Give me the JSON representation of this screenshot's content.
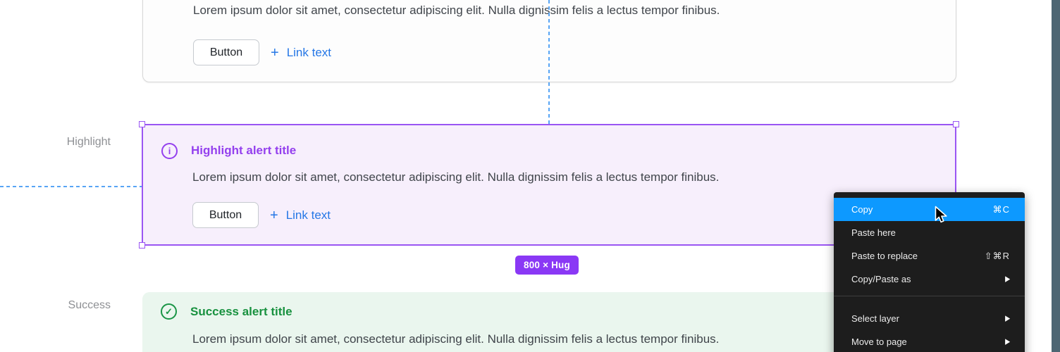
{
  "labels": {
    "highlight": "Highlight",
    "success": "Success"
  },
  "alerts": {
    "info_partial": {
      "body": "Lorem ipsum dolor sit amet, consectetur adipiscing elit. Nulla dignissim felis a lectus tempor finibus.",
      "button": "Button",
      "link_plus": "+",
      "link": "Link text"
    },
    "highlight": {
      "icon": "i",
      "title": "Highlight alert title",
      "body": "Lorem ipsum dolor sit amet, consectetur adipiscing elit. Nulla dignissim felis a lectus tempor finibus.",
      "button": "Button",
      "link_plus": "+",
      "link": "Link text"
    },
    "success": {
      "icon": "✓",
      "title": "Success alert title",
      "body": "Lorem ipsum dolor sit amet, consectetur adipiscing elit. Nulla dignissim felis a lectus tempor finibus."
    }
  },
  "selection": {
    "size_badge": "800 × Hug"
  },
  "context_menu": {
    "items": [
      {
        "label": "Copy",
        "shortcut": "⌘C"
      },
      {
        "label": "Paste here",
        "shortcut": ""
      },
      {
        "label": "Paste to replace",
        "shortcut": "⇧⌘R"
      },
      {
        "label": "Copy/Paste as",
        "arrow": "▶"
      },
      {
        "label": "Select layer",
        "arrow": "▶"
      },
      {
        "label": "Move to page",
        "arrow": "▶"
      }
    ]
  },
  "colors": {
    "selection_purple": "#9a55f3",
    "highlight_purple": "#9440ee",
    "highlight_bg": "#f7effc",
    "success_green": "#18913f",
    "success_bg": "#eaf6ee",
    "link_blue": "#2577e6",
    "menu_bg": "#1d1d1d",
    "menu_highlight_blue": "#0d99ff",
    "guide_blue": "#58a5f5",
    "badge_purple": "#8a38f5",
    "side_strip_blue": "#4d6673"
  }
}
